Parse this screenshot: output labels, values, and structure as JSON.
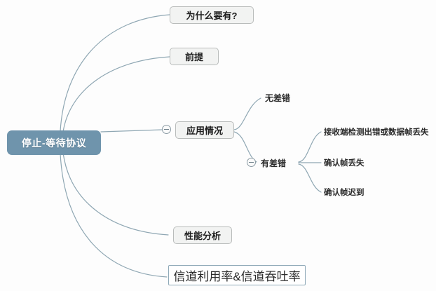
{
  "app": {
    "type": "mind-map",
    "background": "#fdfdfd",
    "edge_color": "#8fa7b3",
    "root_fill": "#6f94ac",
    "box_fill": "#f2f3f2",
    "box_border": "#b9bcbb",
    "selected_border": "#8fa9b8"
  },
  "root": {
    "label": "停止-等待协议"
  },
  "branches": [
    {
      "id": "why",
      "label": "为什么要有?",
      "style": "box"
    },
    {
      "id": "premise",
      "label": "前提",
      "style": "box"
    },
    {
      "id": "usecase",
      "label": "应用情况",
      "style": "box",
      "toggle": "minus"
    },
    {
      "id": "perf",
      "label": "性能分析",
      "style": "box"
    },
    {
      "id": "throughput",
      "label": "信道利用率&信道吞吐率",
      "style": "box-selected"
    }
  ],
  "usecase_children": [
    {
      "id": "no-error",
      "label": "无差错",
      "style": "plain"
    },
    {
      "id": "has-error",
      "label": "有差错",
      "style": "plain",
      "toggle": "minus"
    }
  ],
  "has_error_children": [
    {
      "id": "detect-error-or-frame-lost",
      "label": "接收端检测出错或数据帧丢失",
      "style": "plain"
    },
    {
      "id": "ack-frame-lost",
      "label": "确认帧丢失",
      "style": "plain"
    },
    {
      "id": "ack-frame-late",
      "label": "确认帧迟到",
      "style": "plain"
    }
  ],
  "toggles": {
    "usecase_symbol": "−",
    "has_error_symbol": "−"
  }
}
